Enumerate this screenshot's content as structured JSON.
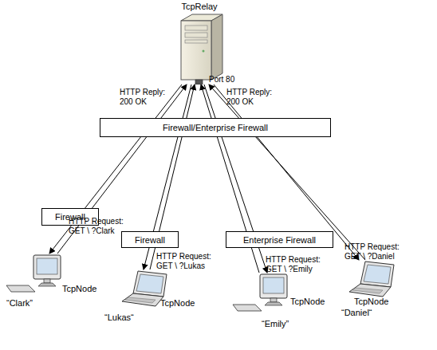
{
  "diagram": {
    "nodes": [
      {
        "text": [
          "TcpRelay"
        ]
      },
      {
        "text": [
          "Firewall/Enterprise Firewall"
        ]
      },
      {
        "text": [
          "Firewall"
        ]
      },
      {
        "text": [
          "Firewall"
        ]
      },
      {
        "text": [
          "Enterprise Firewall"
        ]
      },
      {
        "text": [
          "TcpNode",
          "“Clark”"
        ]
      },
      {
        "text": [
          "TcpNode",
          "“Lukas“"
        ]
      },
      {
        "text": [
          "TcpNode",
          "“Emily”"
        ]
      },
      {
        "text": [
          "TcpNode",
          "“Daniel“"
        ]
      }
    ],
    "edges": [
      {
        "from": 5,
        "to": 0,
        "arrow": "to",
        "label": "HTTP Request: GET \\ ?Clark"
      },
      {
        "from": 0,
        "to": 5,
        "arrow": "to",
        "label": "HTTP Reply: 200 OK"
      },
      {
        "from": 6,
        "to": 0,
        "arrow": "to",
        "label": "HTTP Request: GET \\ ?Lukas"
      },
      {
        "from": 0,
        "to": 6,
        "arrow": "to"
      },
      {
        "from": 7,
        "to": 0,
        "arrow": "to",
        "label": "HTTP Request: GET \\ ?Emily"
      },
      {
        "from": 0,
        "to": 7,
        "arrow": "to"
      },
      {
        "from": 8,
        "to": 0,
        "arrow": "to",
        "label": "HTTP Request: GET \\ ?Daniel"
      },
      {
        "from": 0,
        "to": 8,
        "arrow": "to",
        "label": "HTTP Reply: 200 OK"
      }
    ],
    "labels": [
      "Port 80"
    ]
  }
}
